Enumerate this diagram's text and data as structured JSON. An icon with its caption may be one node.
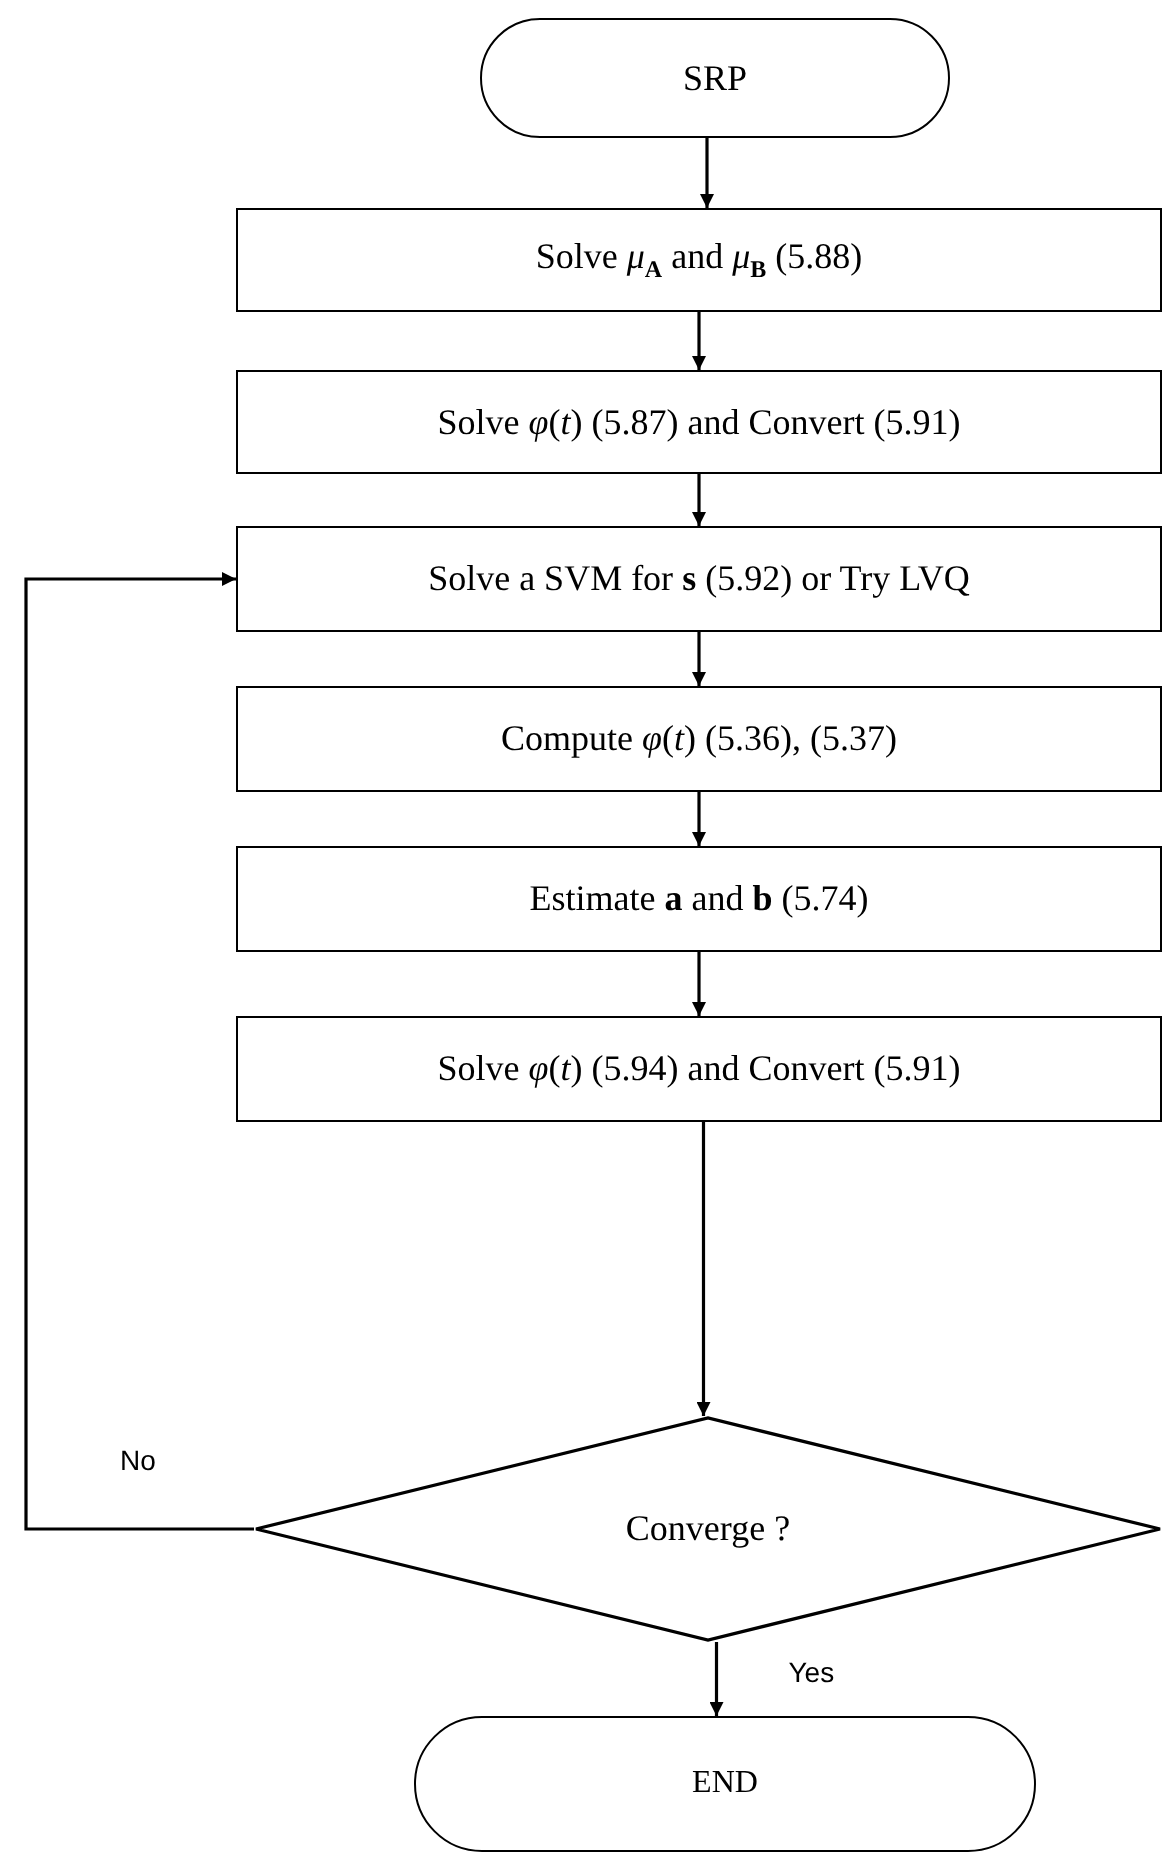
{
  "diagram": {
    "nodes": [
      {
        "text": [
          "SRP"
        ]
      },
      {
        "text": [
          "Solve *μ*$_{A}$ and *μ*$_{B}$ (5.88)"
        ]
      },
      {
        "text": [
          "Solve *φ*(*t*) (5.87) and Convert (5.91)"
        ]
      },
      {
        "text": [
          "Solve a SVM for **s** (5.92) or Try LVQ"
        ]
      },
      {
        "text": [
          "Compute *φ*(*t*) (5.36), (5.37)"
        ]
      },
      {
        "text": [
          "Estimate **a** and **b** (5.74)"
        ]
      },
      {
        "text": [
          "Solve *φ*(*t*) (5.94) and Convert (5.91)"
        ]
      },
      {
        "text": [
          "Converge ?"
        ]
      },
      {
        "text": [
          "END"
        ]
      }
    ],
    "edges": [
      {
        "from": 0,
        "to": 1,
        "arrow": "to"
      },
      {
        "from": 1,
        "to": 2,
        "arrow": "to"
      },
      {
        "from": 2,
        "to": 3,
        "arrow": "to"
      },
      {
        "from": 3,
        "to": 4,
        "arrow": "to"
      },
      {
        "from": 4,
        "to": 5,
        "arrow": "to"
      },
      {
        "from": 5,
        "to": 6,
        "arrow": "to"
      },
      {
        "from": 6,
        "to": 7,
        "arrow": "to"
      },
      {
        "from": 7,
        "to": 3,
        "arrow": "to",
        "label": "No"
      },
      {
        "from": 7,
        "to": 8,
        "arrow": "to",
        "label": "Yes"
      }
    ]
  }
}
